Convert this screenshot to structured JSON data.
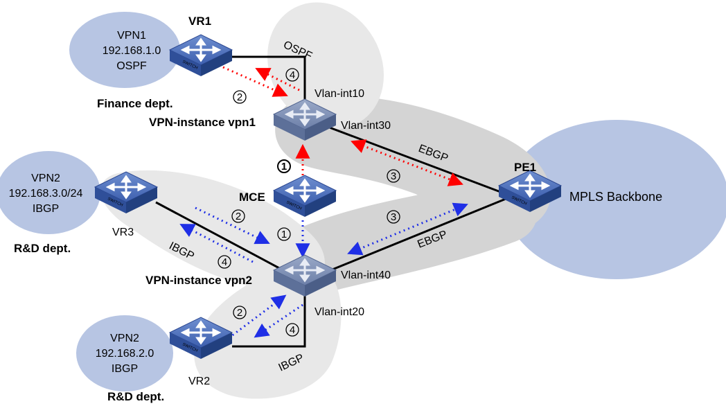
{
  "labels": {
    "vr1": "VR1",
    "vr2": "VR2",
    "vr3": "VR3",
    "pe1": "PE1",
    "mce": "MCE",
    "mpls": "MPLS Backbone",
    "vpn_inst1": "VPN-instance vpn1",
    "vpn_inst2": "VPN-instance vpn2",
    "vlan10": "Vlan-int10",
    "vlan20": "Vlan-int20",
    "vlan30": "Vlan-int30",
    "vlan40": "Vlan-int40",
    "ospf": "OSPF",
    "ebgp_top": "EBGP",
    "ebgp_bottom": "EBGP",
    "ibgp_left": "IBGP",
    "ibgp_bottom": "IBGP",
    "finance": "Finance dept.",
    "rd_top": "R&D dept.",
    "rd_bottom": "R&D dept."
  },
  "sites": {
    "vpn1": {
      "name": "VPN1",
      "net": "192.168.1.0",
      "proto": "OSPF"
    },
    "vpn3": {
      "name": "VPN2",
      "net": "192.168.3.0/24",
      "proto": "IBGP"
    },
    "vpn2": {
      "name": "VPN2",
      "net": "192.168.2.0",
      "proto": "IBGP"
    }
  },
  "steps": {
    "one_top": "1",
    "one_bottom": "1",
    "two_vr1": "2",
    "two_vr3": "2",
    "two_vr2": "2",
    "three_top": "3",
    "three_bottom": "3",
    "four_vr1": "4",
    "four_vr3": "4",
    "four_vr2": "4"
  },
  "switch_label": "SWITCH",
  "colors": {
    "site_fill": "#b7c5e3",
    "area_fill": "#d9d9d9",
    "area_light": "#e6e6e6",
    "switch_face": "#3c5ea8",
    "vpn1_flow": "#ff0000",
    "vpn2_flow": "#1f2fe6"
  }
}
